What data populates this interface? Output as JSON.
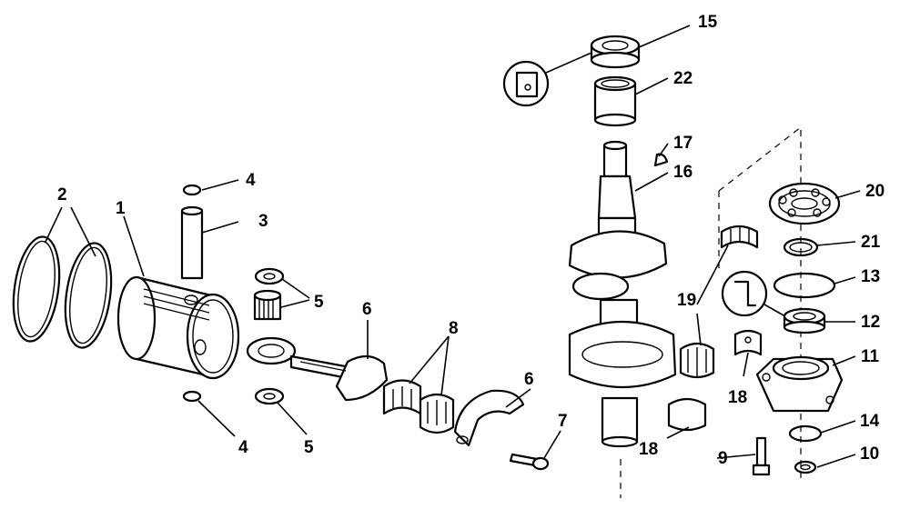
{
  "diagram": {
    "callouts": {
      "c1": "1",
      "c2": "2",
      "c3": "3",
      "c4a": "4",
      "c4b": "4",
      "c5a": "5",
      "c5b": "5",
      "c6a": "6",
      "c6b": "6",
      "c7": "7",
      "c8": "8",
      "c9": "9",
      "c10": "10",
      "c11": "11",
      "c12": "12",
      "c13": "13",
      "c14": "14",
      "c15": "15",
      "c16": "16",
      "c17": "17",
      "c18a": "18",
      "c18b": "18",
      "c19": "19",
      "c20": "20",
      "c21": "21",
      "c22": "22"
    }
  }
}
